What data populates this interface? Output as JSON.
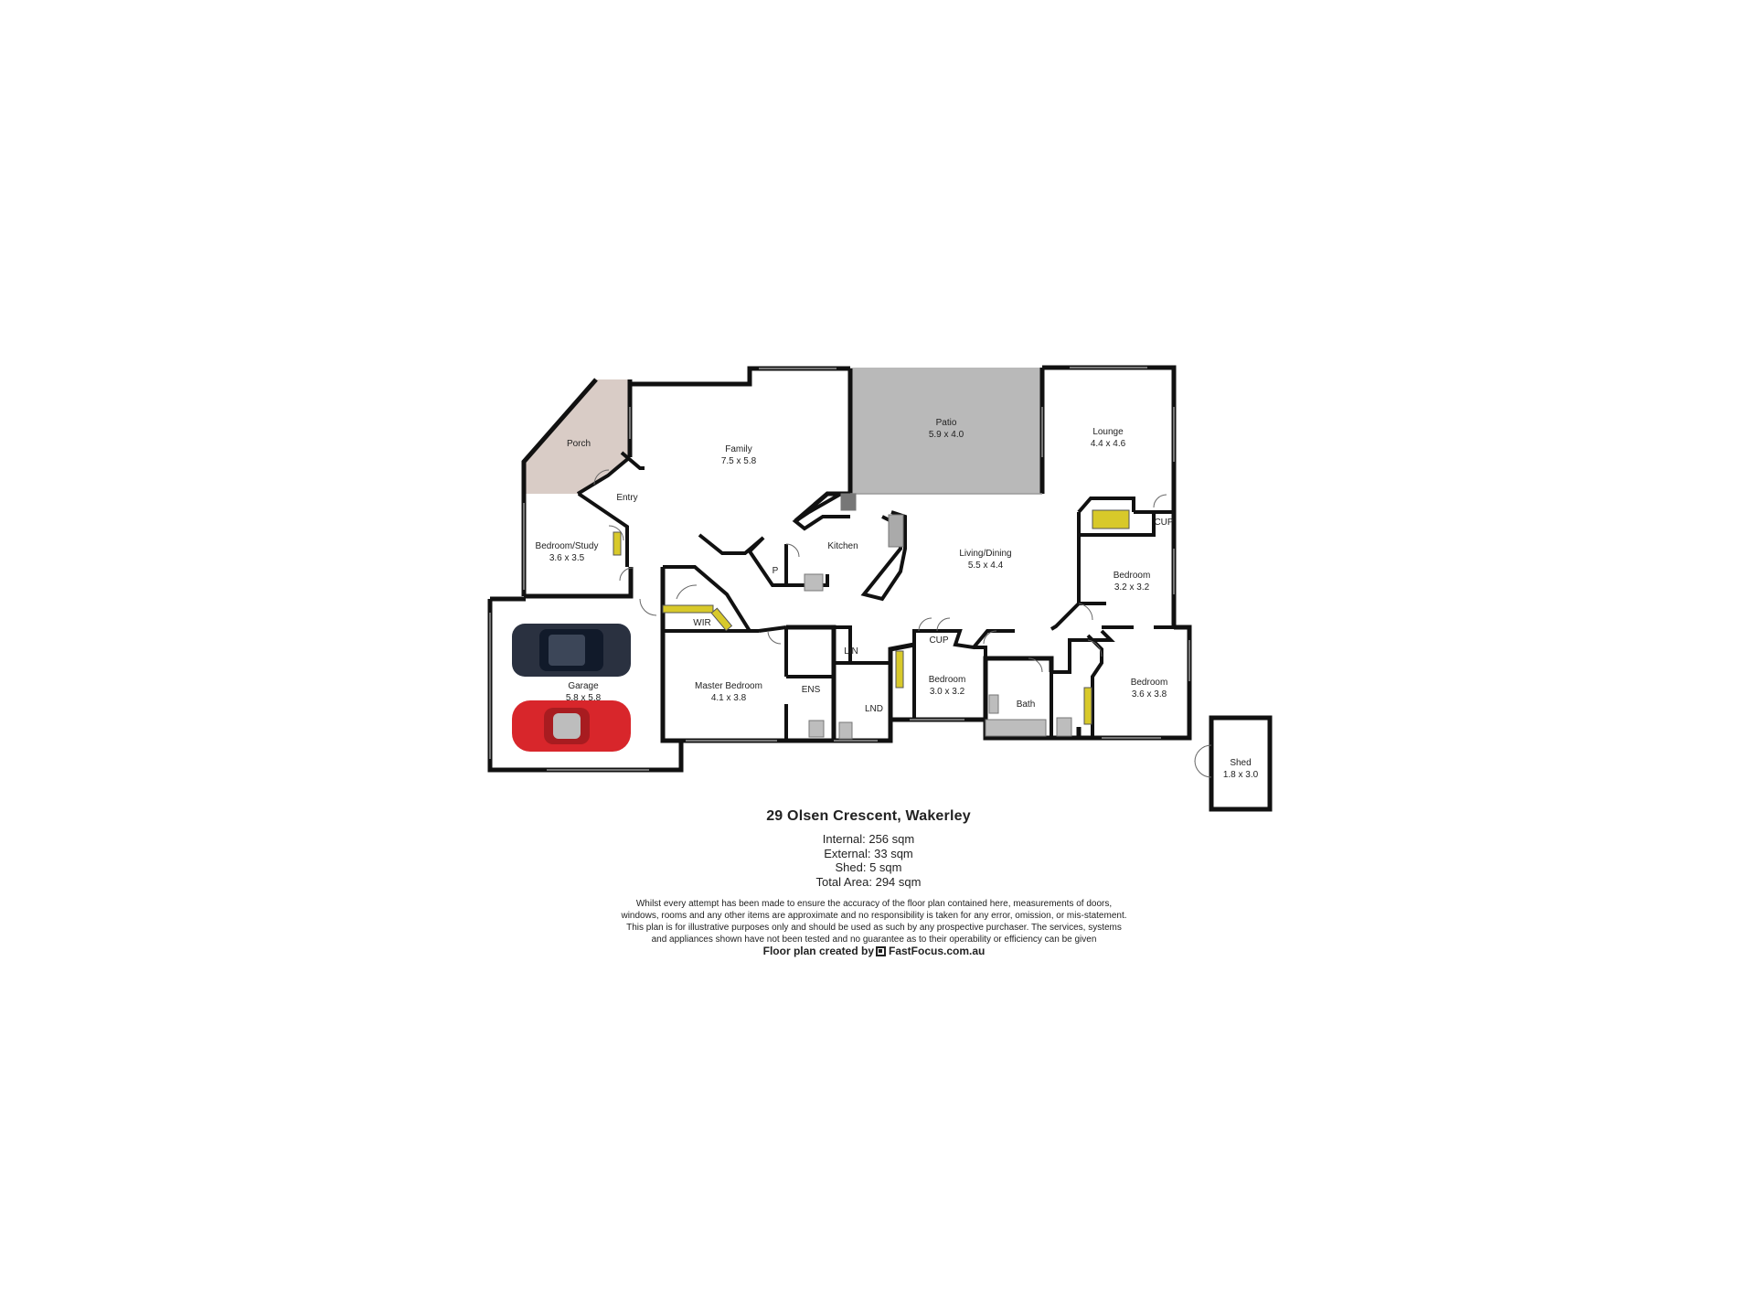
{
  "rooms": [
    {
      "id": "porch",
      "name": "Porch",
      "dims": ""
    },
    {
      "id": "entry",
      "name": "Entry",
      "dims": ""
    },
    {
      "id": "family",
      "name": "Family",
      "dims": "7.5 x 5.8"
    },
    {
      "id": "patio",
      "name": "Patio",
      "dims": "5.9 x 4.0"
    },
    {
      "id": "lounge",
      "name": "Lounge",
      "dims": "4.4 x 4.6"
    },
    {
      "id": "bedroom-study",
      "name": "Bedroom/Study",
      "dims": "3.6 x 3.5"
    },
    {
      "id": "kitchen",
      "name": "Kitchen",
      "dims": ""
    },
    {
      "id": "pantry",
      "name": "P",
      "dims": ""
    },
    {
      "id": "living-dining",
      "name": "Living/Dining",
      "dims": "5.5 x 4.4"
    },
    {
      "id": "cup-1",
      "name": "CUP",
      "dims": ""
    },
    {
      "id": "bedroom-2",
      "name": "Bedroom",
      "dims": "3.2 x 3.2"
    },
    {
      "id": "wir",
      "name": "WIR",
      "dims": ""
    },
    {
      "id": "garage",
      "name": "Garage",
      "dims": "5.8 x 5.8"
    },
    {
      "id": "master-bedroom",
      "name": "Master Bedroom",
      "dims": "4.1 x 3.8"
    },
    {
      "id": "ens",
      "name": "ENS",
      "dims": ""
    },
    {
      "id": "lin",
      "name": "LIN",
      "dims": ""
    },
    {
      "id": "lnd",
      "name": "LND",
      "dims": ""
    },
    {
      "id": "cup-2",
      "name": "CUP",
      "dims": ""
    },
    {
      "id": "bedroom-3",
      "name": "Bedroom",
      "dims": "3.0 x 3.2"
    },
    {
      "id": "bath",
      "name": "Bath",
      "dims": ""
    },
    {
      "id": "bedroom-4",
      "name": "Bedroom",
      "dims": "3.6 x 3.8"
    },
    {
      "id": "shed",
      "name": "Shed",
      "dims": "1.8 x 3.0"
    }
  ],
  "colors": {
    "wall": "#111111",
    "patio": "#b9b9b9",
    "porch": "#d9ccc6",
    "garage-floor": "#ffffff",
    "car-1": "#2a3140",
    "car-2": "#d8262b",
    "robe": "#d8c92a"
  },
  "address": "29 Olsen Crescent, Wakerley",
  "areas": [
    "Internal: 256 sqm",
    "External: 33 sqm",
    "Shed: 5 sqm",
    "Total Area: 294 sqm"
  ],
  "disclaimer": "Whilst every attempt has been made to ensure the accuracy of the floor plan contained here, measurements of doors, windows, rooms and any other items are approximate and no responsibility is taken for any error, omission, or mis-statement. This plan is for illustrative purposes only and should be used as such by any prospective purchaser. The services, systems and appliances shown have not been tested and no guarantee as to their operability or efficiency can be given",
  "credit": "Floor plan created by",
  "brand": "FastFocus.com.au"
}
